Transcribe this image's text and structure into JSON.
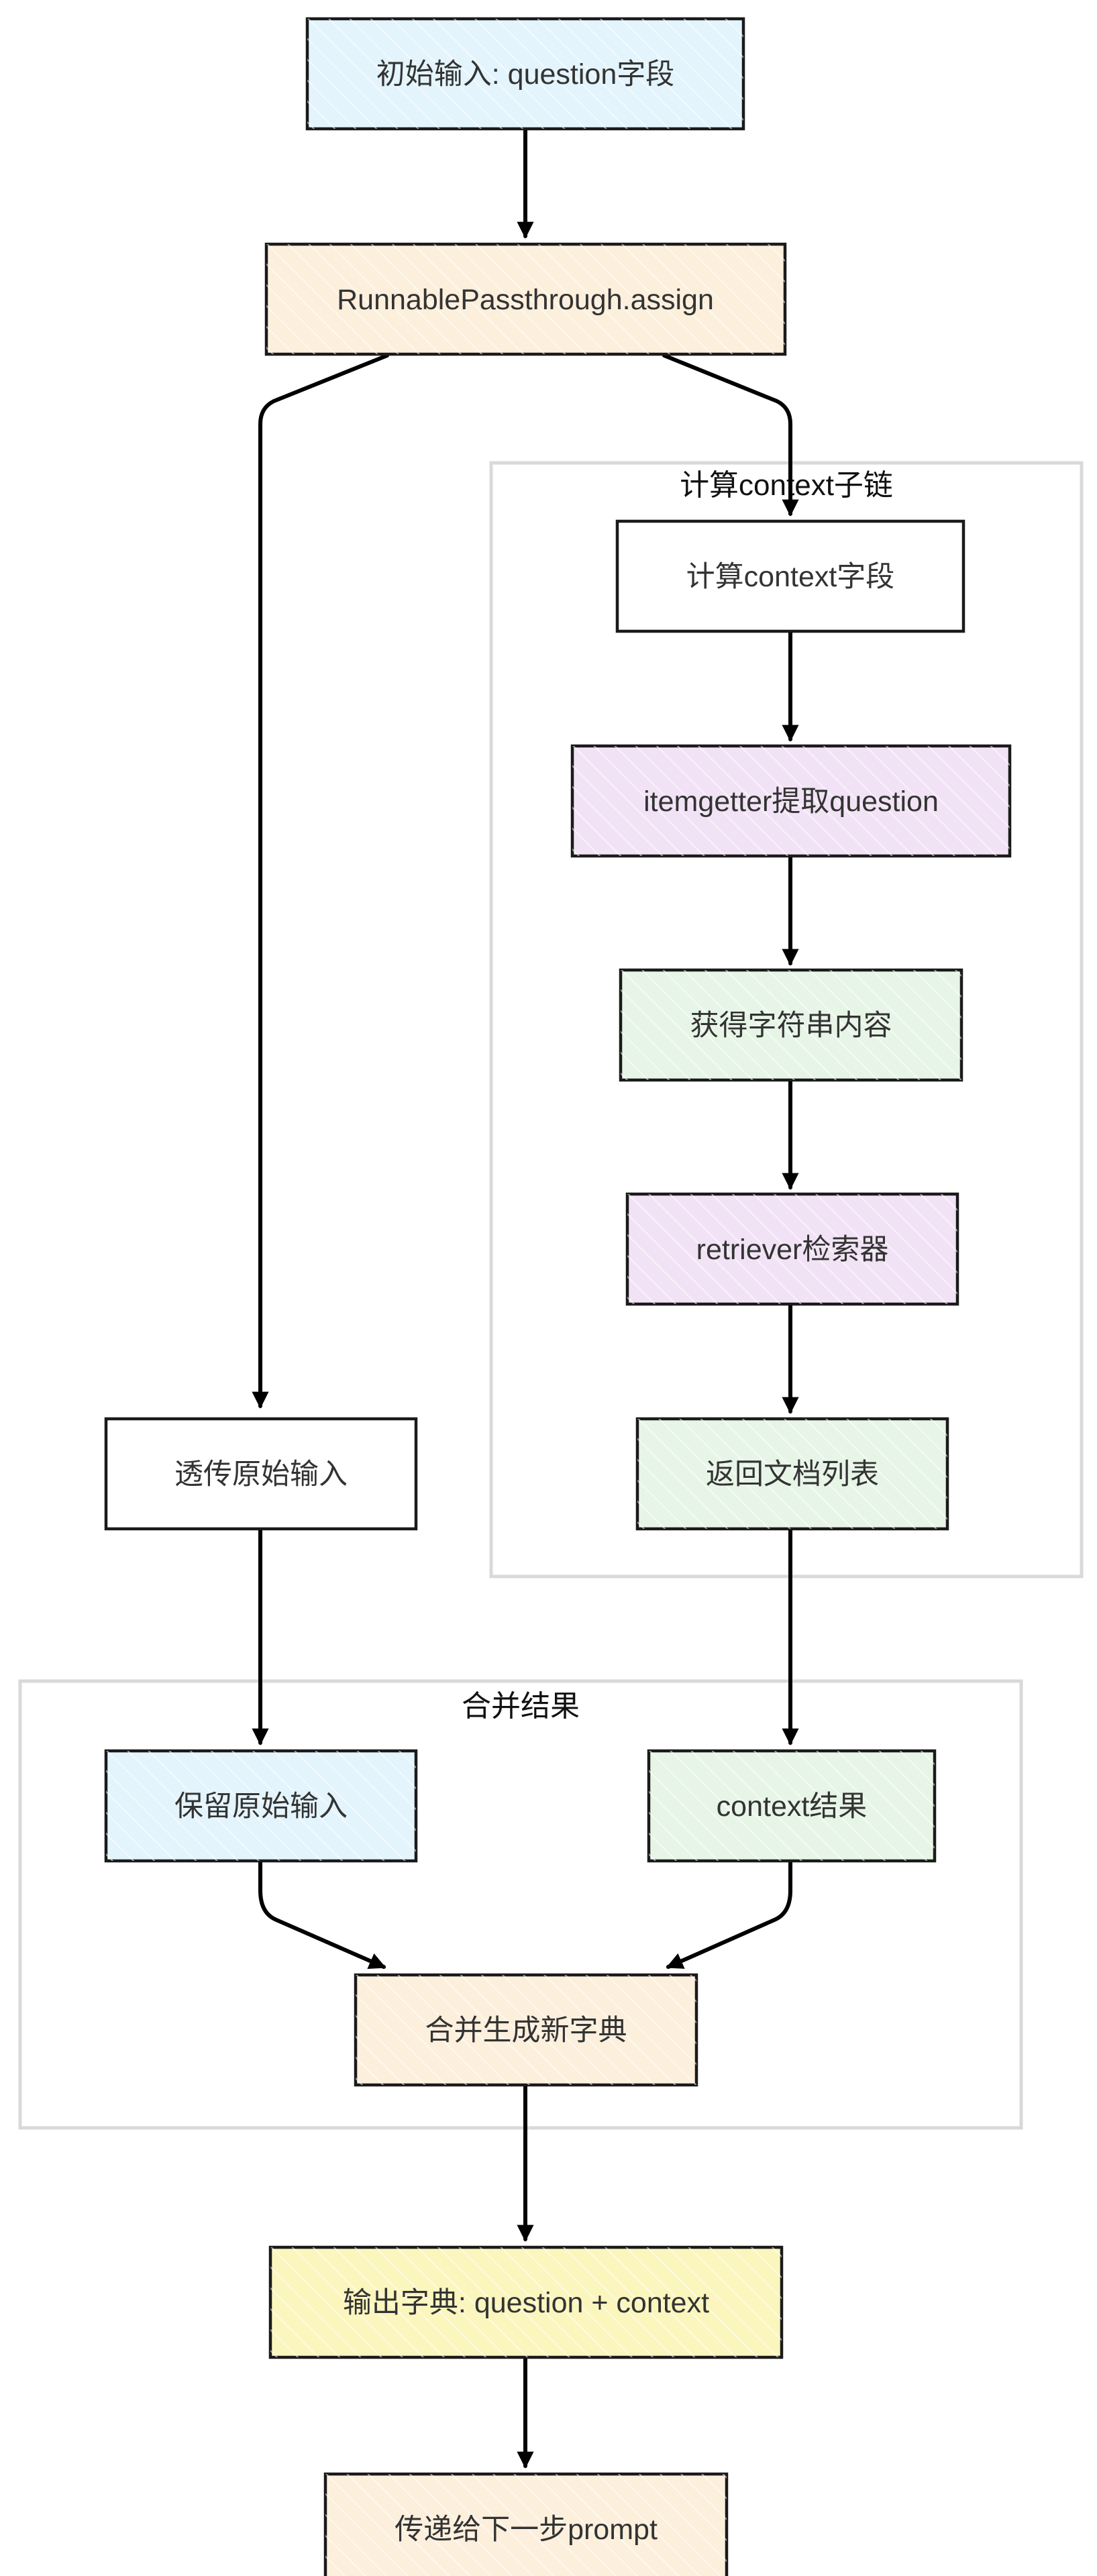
{
  "colors": {
    "blue": "#e3f4fc",
    "orange": "#fcefdc",
    "white": "#ffffff",
    "purple": "#f1e3f5",
    "green": "#e7f5e7",
    "yellow": "#fbf6bd",
    "edge": "#000000",
    "group_border": "#d9d9d9"
  },
  "groups": {
    "context_subchain": "计算context子链",
    "merge_results": "合并结果"
  },
  "nodes": {
    "input": "初始输入: question字段",
    "assign": "RunnablePassthrough.assign",
    "calc_context": "计算context字段",
    "itemgetter": "itemgetter提取question",
    "get_string": "获得字符串内容",
    "retriever": "retriever检索器",
    "return_docs": "返回文档列表",
    "passthrough": "透传原始输入",
    "keep_input": "保留原始输入",
    "context_result": "context结果",
    "merge": "合并生成新字典",
    "output": "输出字典: question + context",
    "next": "传递给下一步prompt"
  }
}
